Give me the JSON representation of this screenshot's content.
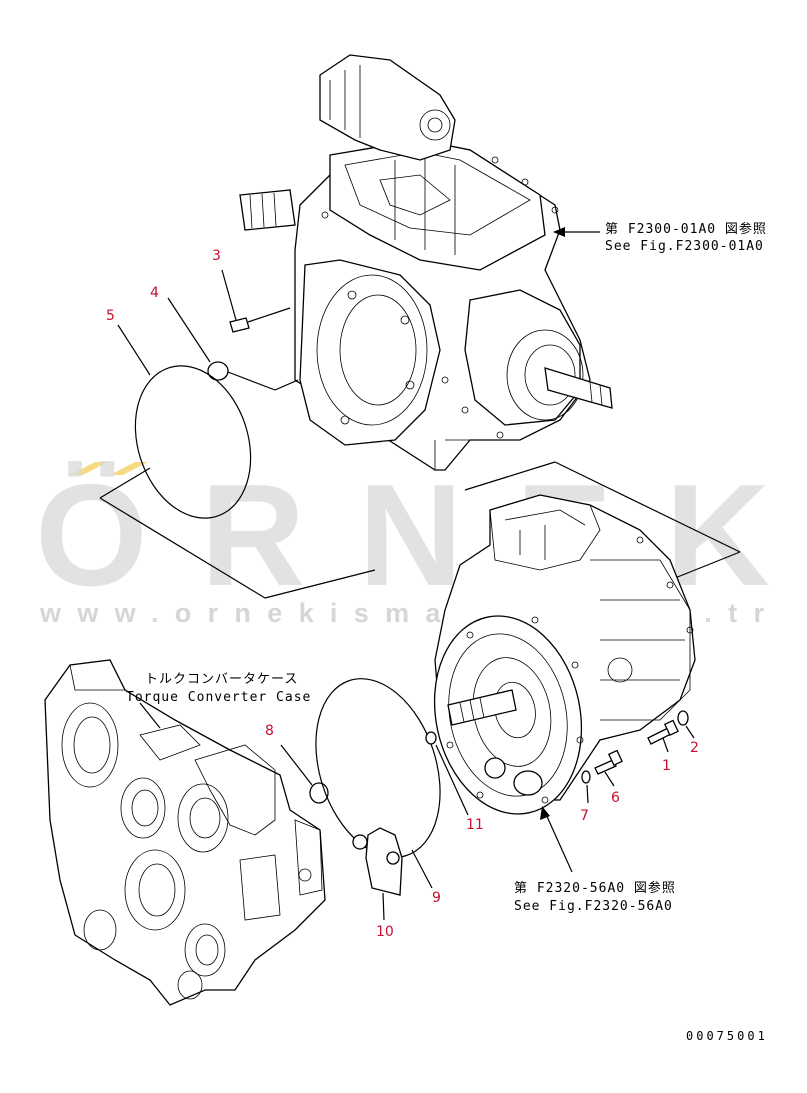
{
  "watermark": {
    "brand": "ÖRNEK",
    "url": "www.ornekismakina.com.tr",
    "color_brand": "#d9d9d9",
    "color_accent": "#f2c230"
  },
  "references": {
    "top": {
      "jp": "第 F2300-01A0 図参照",
      "en": "See Fig.F2300-01A0"
    },
    "bottom": {
      "jp": "第 F2320-56A0 図参照",
      "en": "See Fig.F2320-56A0"
    }
  },
  "case_label": {
    "jp": "トルクコンバータケース",
    "en": "Torque Converter Case"
  },
  "callouts": [
    "1",
    "2",
    "3",
    "4",
    "5",
    "6",
    "7",
    "8",
    "9",
    "10",
    "11"
  ],
  "drawing_code": "00075001",
  "colors": {
    "callout": "#c8102e",
    "line": "#000000"
  }
}
